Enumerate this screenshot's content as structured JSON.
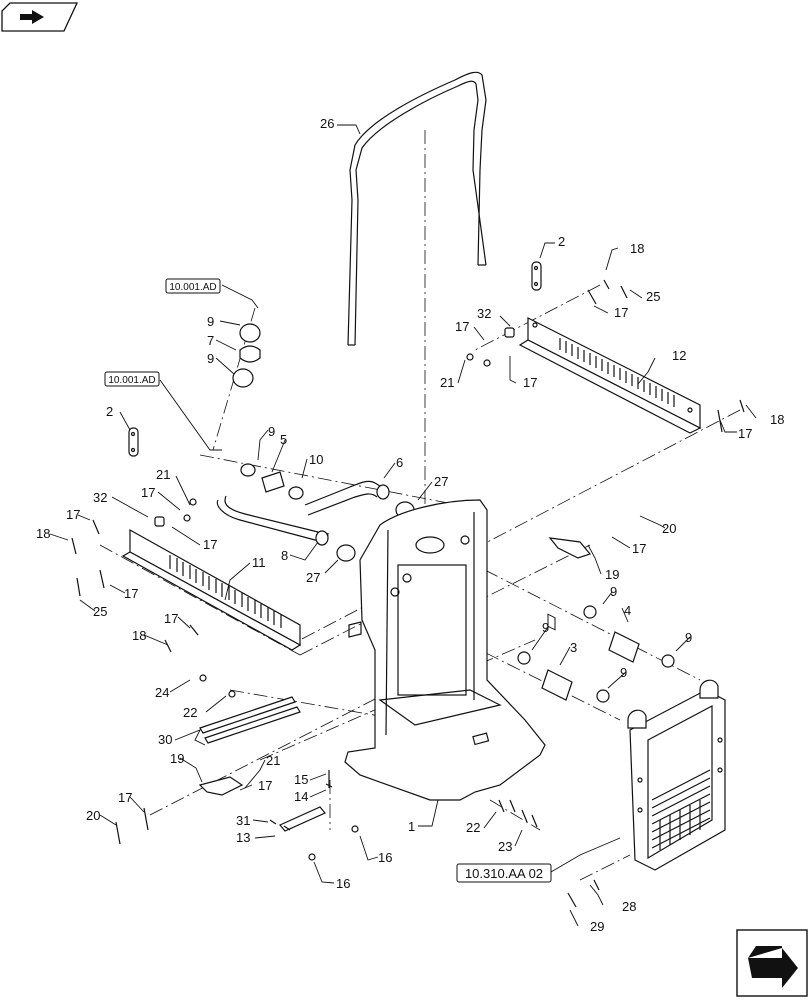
{
  "nav": {
    "top_icon": "book-arrow-icon",
    "bottom_icon": "next-page-arrow-icon"
  },
  "refs": {
    "r1": "10.001.AD",
    "r2": "10.001.AD",
    "r3": "10.310.AA 02"
  },
  "callouts": {
    "c26": "26",
    "c2a": "2",
    "c18a": "18",
    "c25a": "25",
    "c17a": "17",
    "c32a": "32",
    "c17b": "17",
    "c12": "12",
    "c21a": "21",
    "c17c": "17",
    "c18b": "18",
    "c17d": "17",
    "c9a": "9",
    "c7": "7",
    "c9b": "9",
    "c2b": "2",
    "c9c": "9",
    "c5": "5",
    "c10": "10",
    "c6": "6",
    "c27a": "27",
    "c21b": "21",
    "c17e": "17",
    "c32b": "32",
    "c17f": "17",
    "c17g": "17",
    "c18c": "18",
    "c8": "8",
    "c27b": "27",
    "c11": "11",
    "c25b": "25",
    "c17h": "17",
    "c20a": "20",
    "c17i": "17",
    "c19a": "19",
    "c17j": "17",
    "c18d": "18",
    "c9d": "9",
    "c4": "4",
    "c9e": "9",
    "c3": "3",
    "c9f": "9",
    "c9g": "9",
    "c24": "24",
    "c22a": "22",
    "c30": "30",
    "c19b": "19",
    "c21c": "21",
    "c17k": "17",
    "c15": "15",
    "c14": "14",
    "c17l": "17",
    "c20b": "20",
    "c1": "1",
    "c31": "31",
    "c13": "13",
    "c16a": "16",
    "c16b": "16",
    "c22b": "22",
    "c23": "23",
    "c28": "28",
    "c29": "29"
  }
}
